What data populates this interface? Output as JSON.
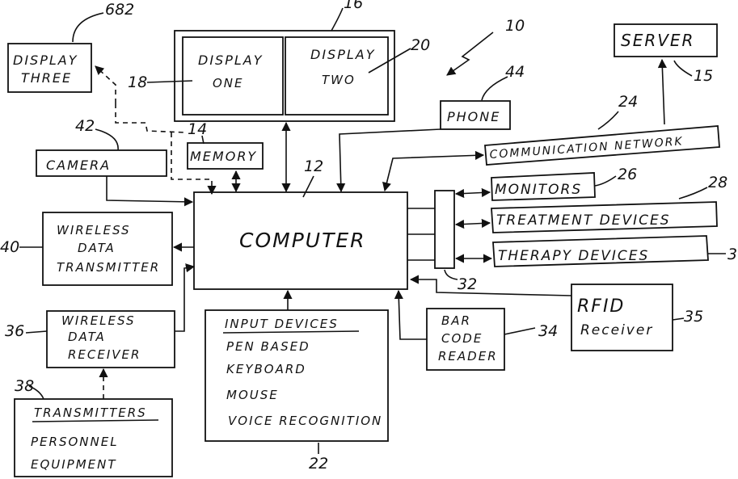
{
  "diagram": {
    "ref_main": "10",
    "display_group_ref": "16",
    "display_three": {
      "line1": "DISPLAY",
      "line2": "THREE",
      "ref": "682"
    },
    "display_one": {
      "line1": "DISPLAY",
      "line2": "ONE",
      "ref": "18"
    },
    "display_two": {
      "line1": "DISPLAY",
      "line2": "TWO",
      "ref": "20"
    },
    "memory": {
      "label": "MEMORY",
      "ref": "14"
    },
    "camera": {
      "label": "CAMERA",
      "ref": "42"
    },
    "phone": {
      "label": "PHONE",
      "ref": "44"
    },
    "server": {
      "label": "SERVER",
      "ref": "15"
    },
    "network": {
      "label": "COMMUNICATION NETWORK",
      "ref": "24"
    },
    "computer": {
      "label": "COMPUTER",
      "ref": "12"
    },
    "wireless_tx": {
      "line1": "WIRELESS",
      "line2": "DATA",
      "line3": "TRANSMITTER",
      "ref": "40"
    },
    "wireless_rx": {
      "line1": "WIRELESS",
      "line2": "DATA",
      "line3": "RECEIVER",
      "ref": "36"
    },
    "transmitters": {
      "title": "TRANSMITTERS",
      "item1": "PERSONNEL",
      "item2": "EQUIPMENT",
      "ref": "38"
    },
    "input_devices": {
      "title": "INPUT DEVICES",
      "item1": "PEN BASED",
      "item2": "KEYBOARD",
      "item3": "MOUSE",
      "item4": "VOICE RECOGNITION",
      "ref": "22"
    },
    "monitors": {
      "label": "MONITORS",
      "ref": "26"
    },
    "treatment": {
      "label": "TREATMENT DEVICES",
      "ref": "28"
    },
    "therapy": {
      "label": "THERAPY DEVICES",
      "ref": "3"
    },
    "hub_ref": "32",
    "barcode": {
      "line1": "BAR",
      "line2": "CODE",
      "line3": "READER",
      "ref": "34"
    },
    "rfid": {
      "line1": "RFID",
      "line2": "Receiver",
      "ref": "35"
    }
  }
}
